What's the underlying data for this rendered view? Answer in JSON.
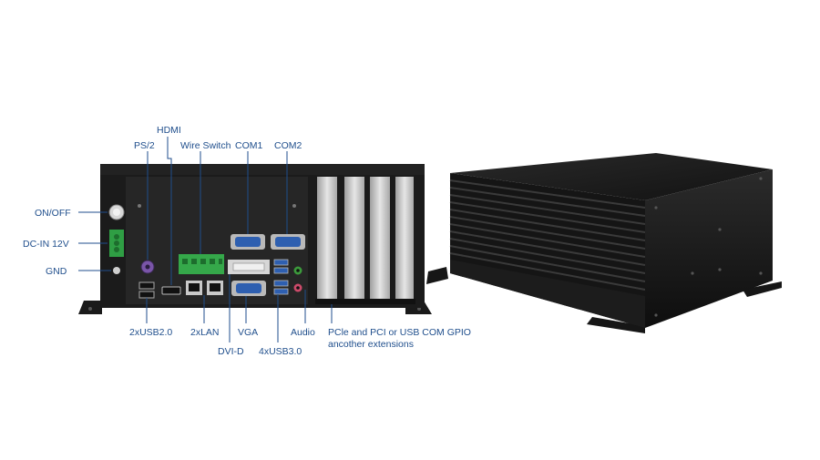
{
  "labels": {
    "hdmi": "HDMI",
    "ps2": "PS/2",
    "wire_switch": "Wire Switch",
    "com1": "COM1",
    "com2": "COM2",
    "on_off": "ON/OFF",
    "dc_in": "DC-IN 12V",
    "gnd": "GND",
    "usb20": "2xUSB2.0",
    "lan": "2xLAN",
    "vga": "VGA",
    "audio": "Audio",
    "dvid": "DVI-D",
    "usb30": "4xUSB3.0",
    "expansion_1": "PCle and PCI or USB COM GPIO",
    "expansion_2": "ancother extensions"
  },
  "colors": {
    "label": "#1f4e8c",
    "chassis": "#1b1b1b",
    "panel": "#252525",
    "connector_blue": "#2e5fb0",
    "terminal_green": "#2f9e44",
    "slot_silver": "#bdbdbd"
  }
}
